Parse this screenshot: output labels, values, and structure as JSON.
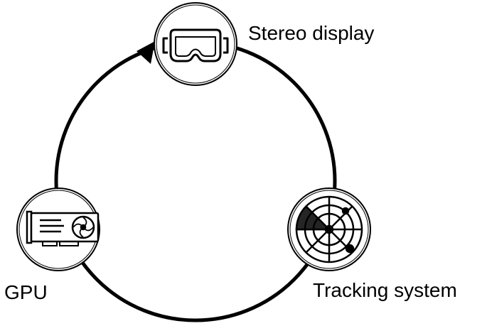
{
  "nodes": [
    {
      "id": "stereo-display",
      "label": "Stereo display",
      "icon": "vr-headset-icon"
    },
    {
      "id": "tracking-system",
      "label": "Tracking system",
      "icon": "radar-icon"
    },
    {
      "id": "gpu",
      "label": "GPU",
      "icon": "graphics-card-icon"
    }
  ],
  "flow": [
    "gpu",
    "stereo-display",
    "tracking-system",
    "gpu"
  ],
  "colors": {
    "stroke": "#000000",
    "background": "#ffffff"
  }
}
